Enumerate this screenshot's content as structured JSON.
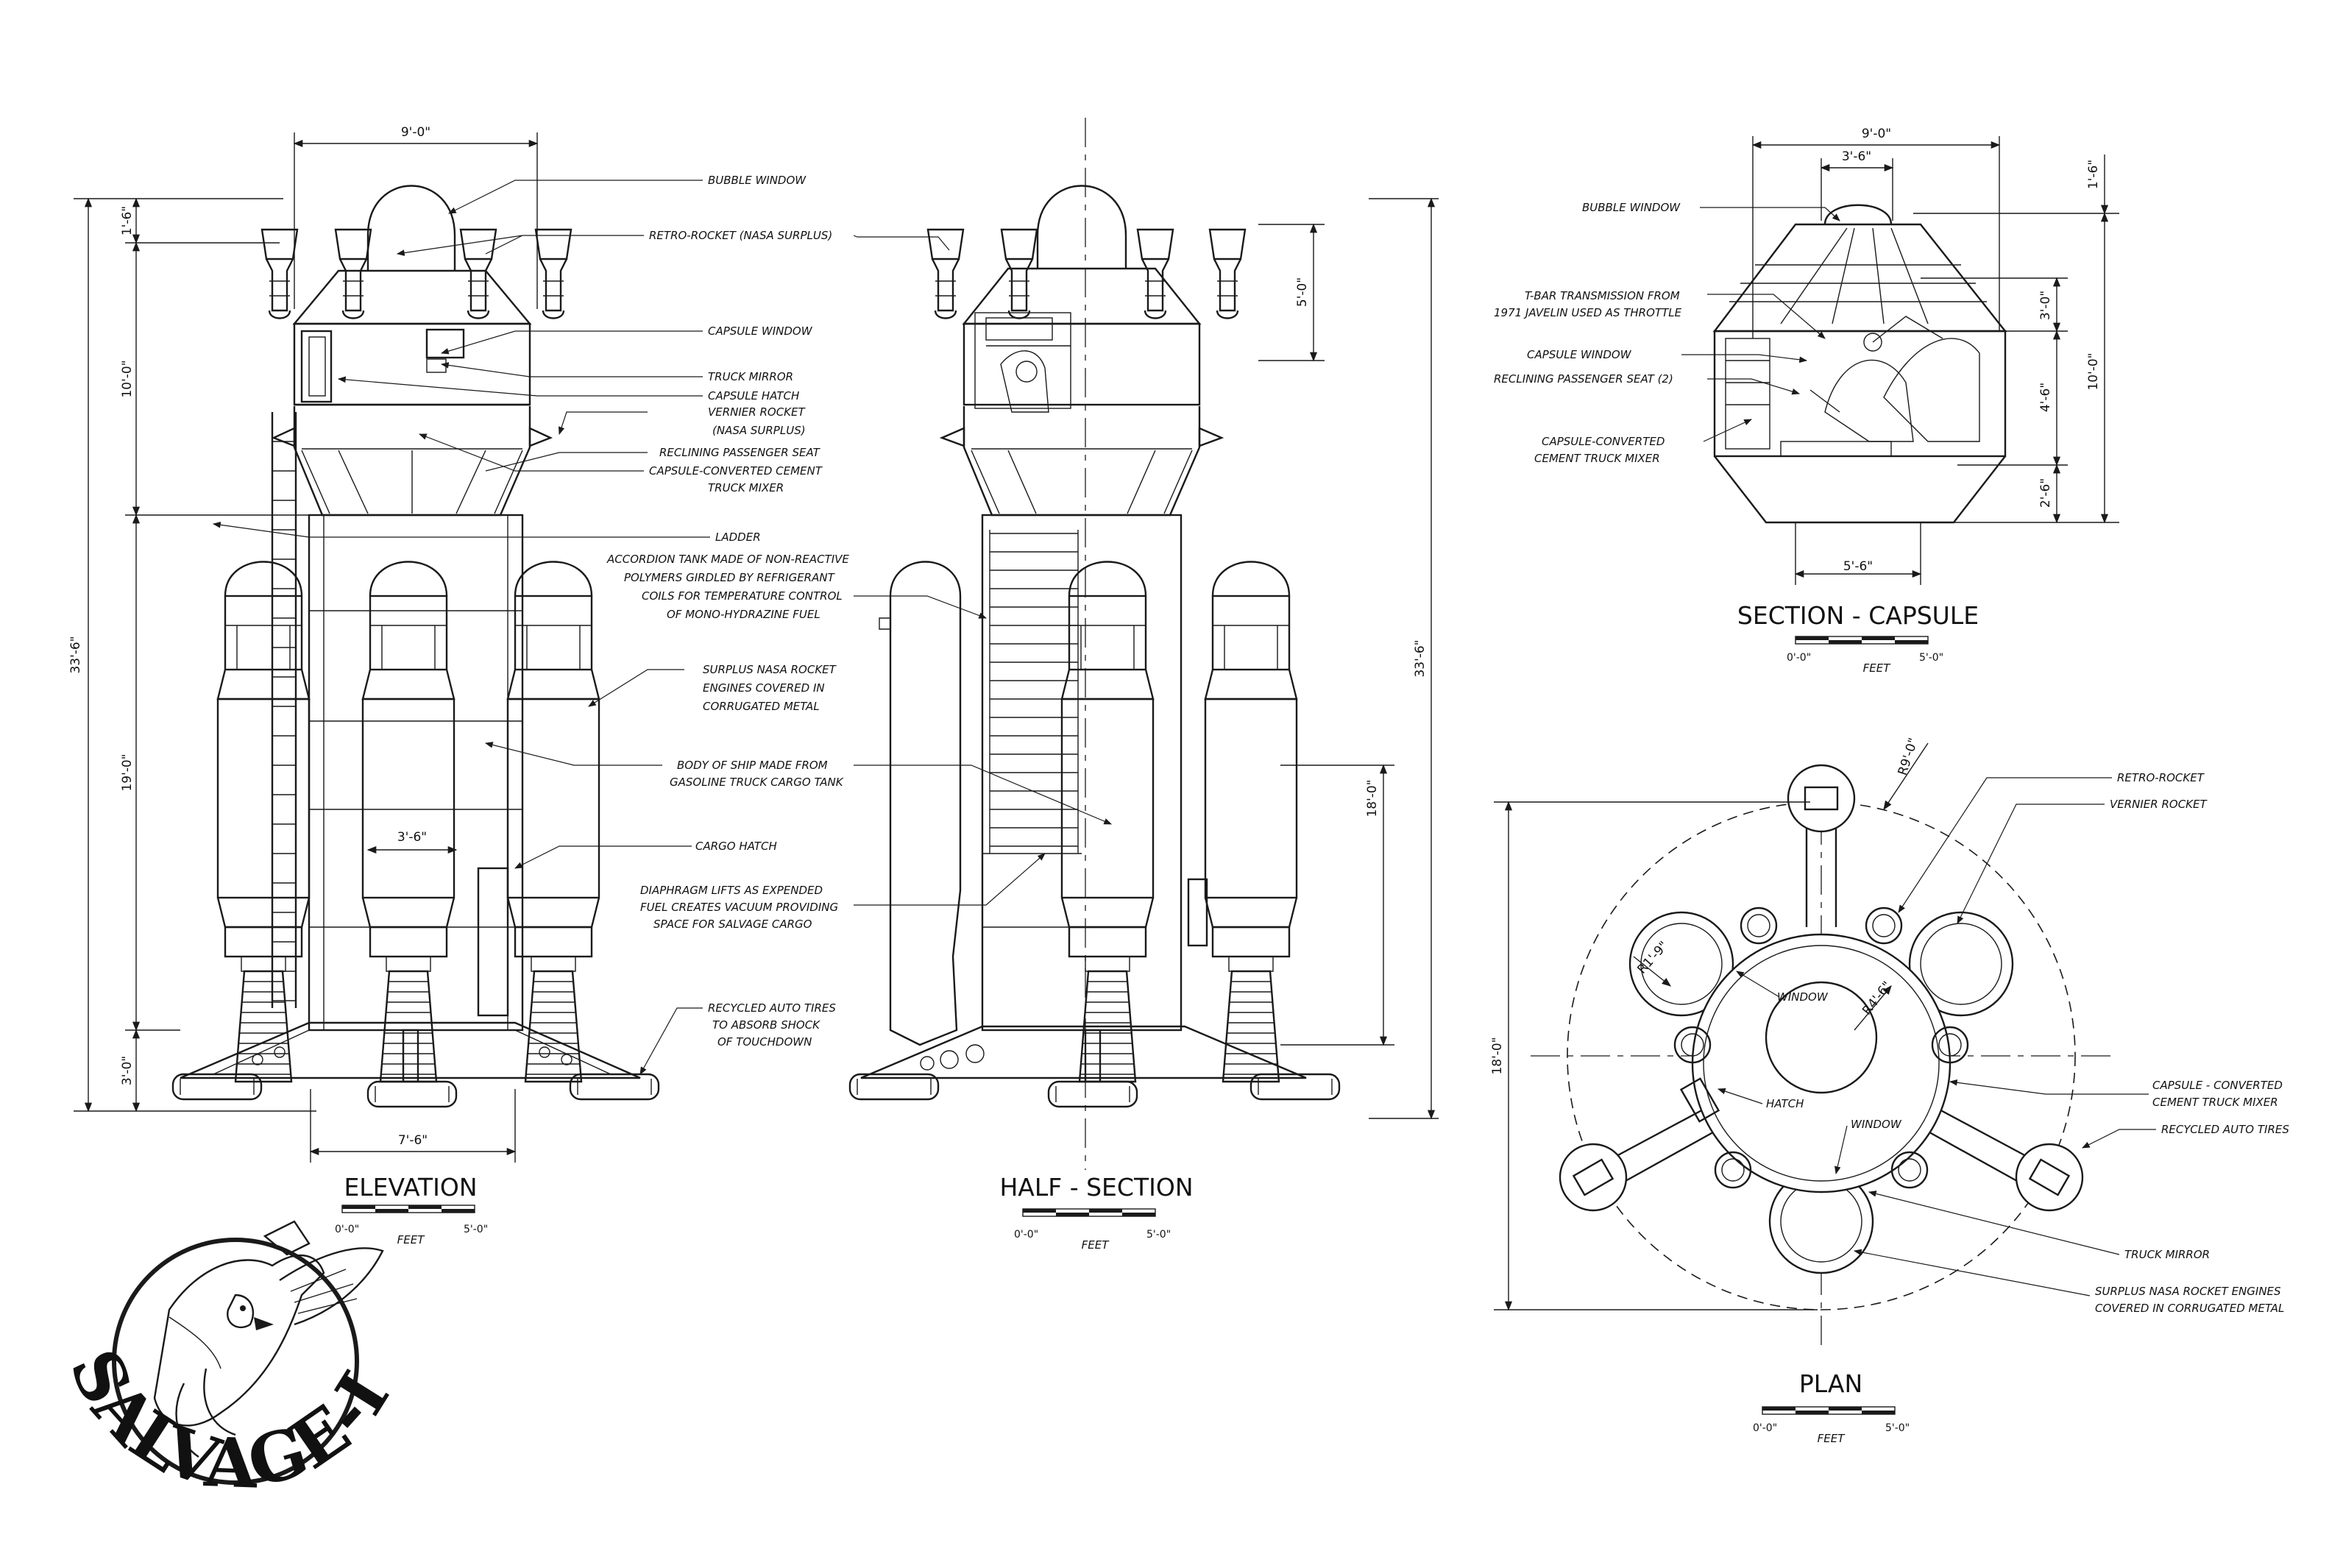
{
  "sheet": {
    "logo_text": "SALVAGE-I"
  },
  "elevation": {
    "title": "ELEVATION",
    "scale_start": "0'-0\"",
    "scale_end": "5'-0\"",
    "scale_unit": "FEET",
    "dims": {
      "top_width": "9'-0\"",
      "top_small": "1'-6\"",
      "capsule_height": "10'-0\"",
      "overall_height": "33'-6\"",
      "body_height": "19'-0\"",
      "gear_height": "3'-0\"",
      "cargo_width": "3'-6\"",
      "base_width": "7'-6\""
    },
    "callouts": {
      "bubble_window": "BUBBLE WINDOW",
      "retro_rocket": "RETRO-ROCKET (NASA SURPLUS)",
      "capsule_window": "CAPSULE WINDOW",
      "truck_mirror": "TRUCK MIRROR",
      "capsule_hatch": "CAPSULE HATCH",
      "vernier_1": "VERNIER ROCKET",
      "vernier_2": "(NASA SURPLUS)",
      "reclining_seat": "RECLINING PASSENGER SEAT",
      "capsule_cement_1": "CAPSULE-CONVERTED CEMENT",
      "capsule_cement_2": "TRUCK MIXER",
      "ladder": "LADDER",
      "accordion_1": "ACCORDION TANK MADE OF NON-REACTIVE",
      "accordion_2": "POLYMERS GIRDLED BY REFRIGERANT",
      "accordion_3": "COILS FOR  TEMPERATURE CONTROL",
      "accordion_4": "OF MONO-HYDRAZINE FUEL",
      "surplus_1": "SURPLUS NASA ROCKET",
      "surplus_2": "ENGINES COVERED IN",
      "surplus_3": "CORRUGATED METAL",
      "body_1": "BODY OF SHIP MADE FROM",
      "body_2": "GASOLINE TRUCK CARGO TANK",
      "cargo_hatch": "CARGO HATCH",
      "diaphragm_1": "DIAPHRAGM LIFTS AS EXPENDED",
      "diaphragm_2": "FUEL CREATES VACUUM PROVIDING",
      "diaphragm_3": "SPACE FOR SALVAGE CARGO",
      "tires_1": "RECYCLED AUTO TIRES",
      "tires_2": "TO ABSORB SHOCK",
      "tires_3": "OF TOUCHDOWN"
    }
  },
  "half_section": {
    "title": "HALF - SECTION",
    "scale_start": "0'-0\"",
    "scale_end": "5'-0\"",
    "scale_unit": "FEET",
    "dims": {
      "capsule_top": "5'-0\"",
      "overall_height": "33'-6\"",
      "body_height": "18'-0\""
    }
  },
  "section_capsule": {
    "title": "SECTION - CAPSULE",
    "scale_start": "0'-0\"",
    "scale_end": "5'-0\"",
    "scale_unit": "FEET",
    "dims": {
      "width": "9'-0\"",
      "bubble_width": "3'-6\"",
      "bubble_height": "1'-6\"",
      "upper_height": "3'-0\"",
      "overall_height": "10'-0\"",
      "mid_height": "4'-6\"",
      "lower_height": "2'-6\"",
      "base_width": "5'-6\""
    },
    "callouts": {
      "bubble_window": "BUBBLE WINDOW",
      "tbar_1": "T-BAR TRANSMISSION FROM",
      "tbar_2": "1971 JAVELIN USED AS THROTTLE",
      "capsule_window": "CAPSULE WINDOW",
      "reclining_seat": "RECLINING PASSENGER SEAT (2)",
      "capsule_cement_1": "CAPSULE-CONVERTED",
      "capsule_cement_2": "CEMENT TRUCK MIXER"
    }
  },
  "plan": {
    "title": "PLAN",
    "scale_start": "0'-0\"",
    "scale_end": "5'-0\"",
    "scale_unit": "FEET",
    "dims": {
      "radius_outer": "R9'-0\"",
      "radius_tank": "R1'-9\"",
      "radius_capsule": "R4'-6\"",
      "overall_height": "18'-0\""
    },
    "callouts": {
      "retro_rocket": "RETRO-ROCKET",
      "vernier_rocket": "VERNIER ROCKET",
      "window_1": "WINDOW",
      "hatch": "HATCH",
      "window_2": "WINDOW",
      "capsule_1": "CAPSULE - CONVERTED",
      "capsule_2": "CEMENT TRUCK MIXER",
      "recycled_tires": "RECYCLED AUTO TIRES",
      "truck_mirror": "TRUCK MIRROR",
      "surplus_1": "SURPLUS NASA ROCKET ENGINES",
      "surplus_2": "COVERED IN CORRUGATED METAL"
    }
  }
}
